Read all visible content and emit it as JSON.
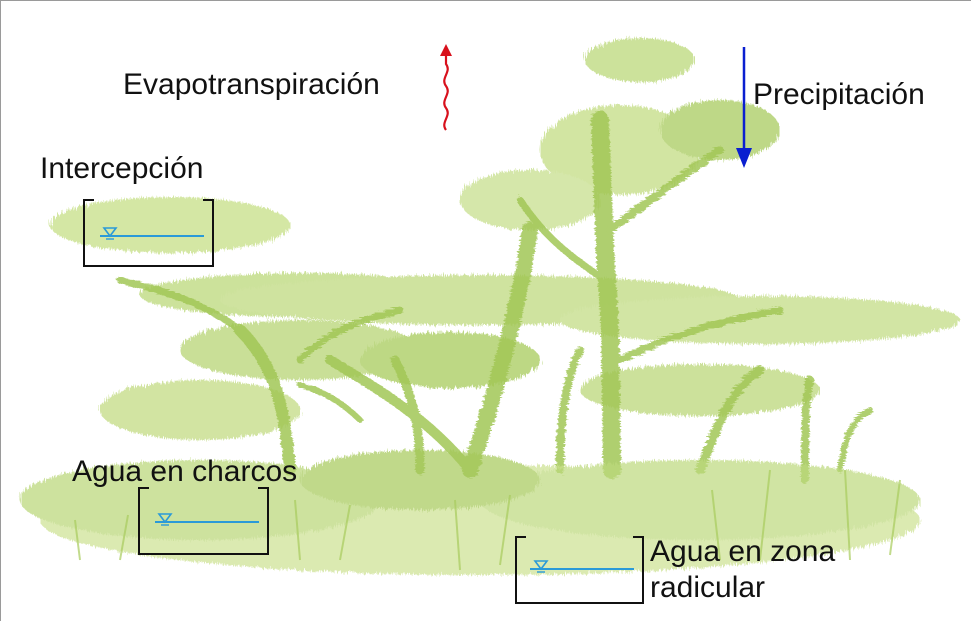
{
  "labels": {
    "evapotranspiration": "Evapotranspiración",
    "precipitation": "Precipitación",
    "interception": "Intercepción",
    "puddles": "Agua en charcos",
    "root_zone_line1": "Agua en zona",
    "root_zone_line2": "radicular"
  },
  "colors": {
    "evapotranspiration_arrow": "#d8101c",
    "precipitation_arrow": "#0a1fd0",
    "water_level": "#2a9ad8",
    "bracket": "#111111",
    "vegetation": "#b4d46a",
    "vegetation_dark": "#8fbf3a"
  },
  "icons": {
    "evapotranspiration": "wavy-up-arrow-icon",
    "precipitation": "down-arrow-icon",
    "storage": "water-level-bracket-icon"
  }
}
